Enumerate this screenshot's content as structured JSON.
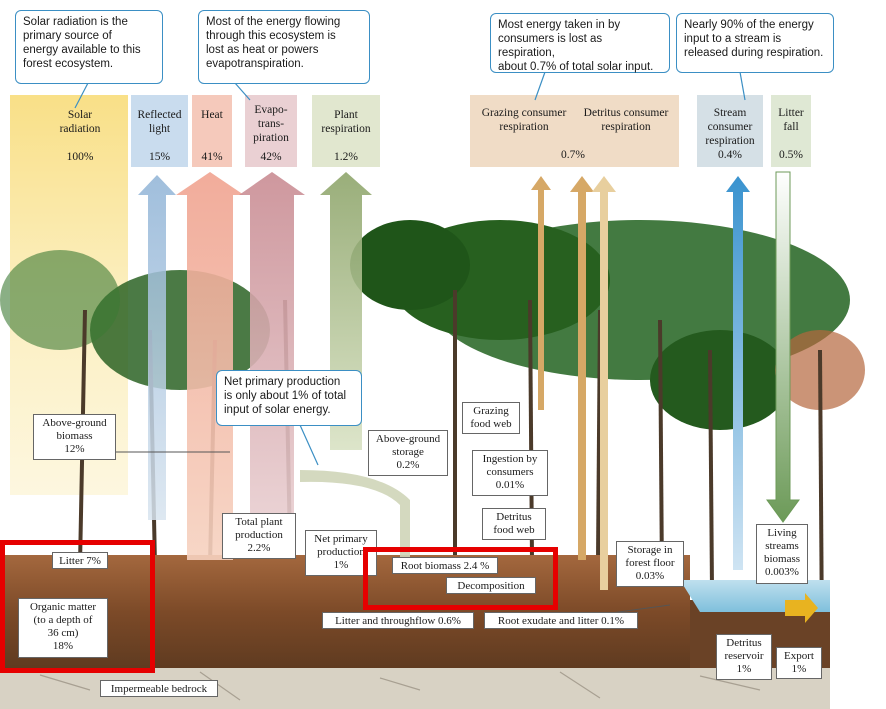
{
  "callouts": {
    "solar": "Solar radiation is the\nprimary source of\nenergy available to this\nforest ecosystem.",
    "heat": "Most of the energy flowing\nthrough this ecosystem is\nlost as heat or powers\nevapotranspiration.",
    "consumers": "Most energy taken in by\nconsumers is lost as respiration,\nabout 0.7% of total solar input.",
    "stream": "Nearly 90% of the energy\ninput to a stream is\nreleased during respiration.",
    "npp": "Net primary production\nis only about 1% of total\ninput of solar energy."
  },
  "top_categories": [
    {
      "label": "Solar\nradiation",
      "value": "100%",
      "color": "#f7e7a8"
    },
    {
      "label": "Reflected\nlight",
      "value": "15%",
      "color": "#c9dcee"
    },
    {
      "label": "Heat",
      "value": "41%",
      "color": "#f5c9bb"
    },
    {
      "label": "Evapo-\ntrans-\npiration",
      "value": "42%",
      "color": "#ead0d3"
    },
    {
      "label": "Plant\nrespiration",
      "value": "1.2%",
      "color": "#e1e7cf"
    },
    {
      "label": "Grazing consumer\nrespiration",
      "value": "",
      "color": "#f0dcc6"
    },
    {
      "label": "Detritus consumer\nrespiration",
      "value": "0.7%",
      "color": "#f0dcc6"
    },
    {
      "label": "Stream\nconsumer\nrespiration",
      "value": "0.4%",
      "color": "#d5e0e6"
    },
    {
      "label": "Litter\nfall",
      "value": "0.5%",
      "color": "#dfe8d4"
    }
  ],
  "boxes": {
    "above_ground_biomass": "Above-ground\nbiomass\n12%",
    "above_ground_storage": "Above-ground\nstorage\n0.2%",
    "grazing_food_web": "Grazing\nfood web",
    "ingestion": "Ingestion by\nconsumers\n0.01%",
    "detritus_food_web": "Detritus\nfood web",
    "total_plant_production": "Total plant\nproduction\n2.2%",
    "net_primary_production": "Net primary\nproduction\n1%",
    "litter": "Litter 7%",
    "organic_matter": "Organic matter\n(to a depth of\n36 cm)\n18%",
    "root_biomass": "Root biomass 2.4 %",
    "decomposition": "Decomposition",
    "storage_forest_floor": "Storage in\nforest floor\n0.03%",
    "living_streams_biomass": "Living\nstreams\nbiomass\n0.003%",
    "litter_throughflow": "Litter and throughflow 0.6%",
    "root_exudate": "Root exudate and litter 0.1%",
    "detritus_reservoir": "Detritus\nreservoir\n1%",
    "export": "Export\n1%",
    "bedrock": "Impermeable bedrock"
  }
}
